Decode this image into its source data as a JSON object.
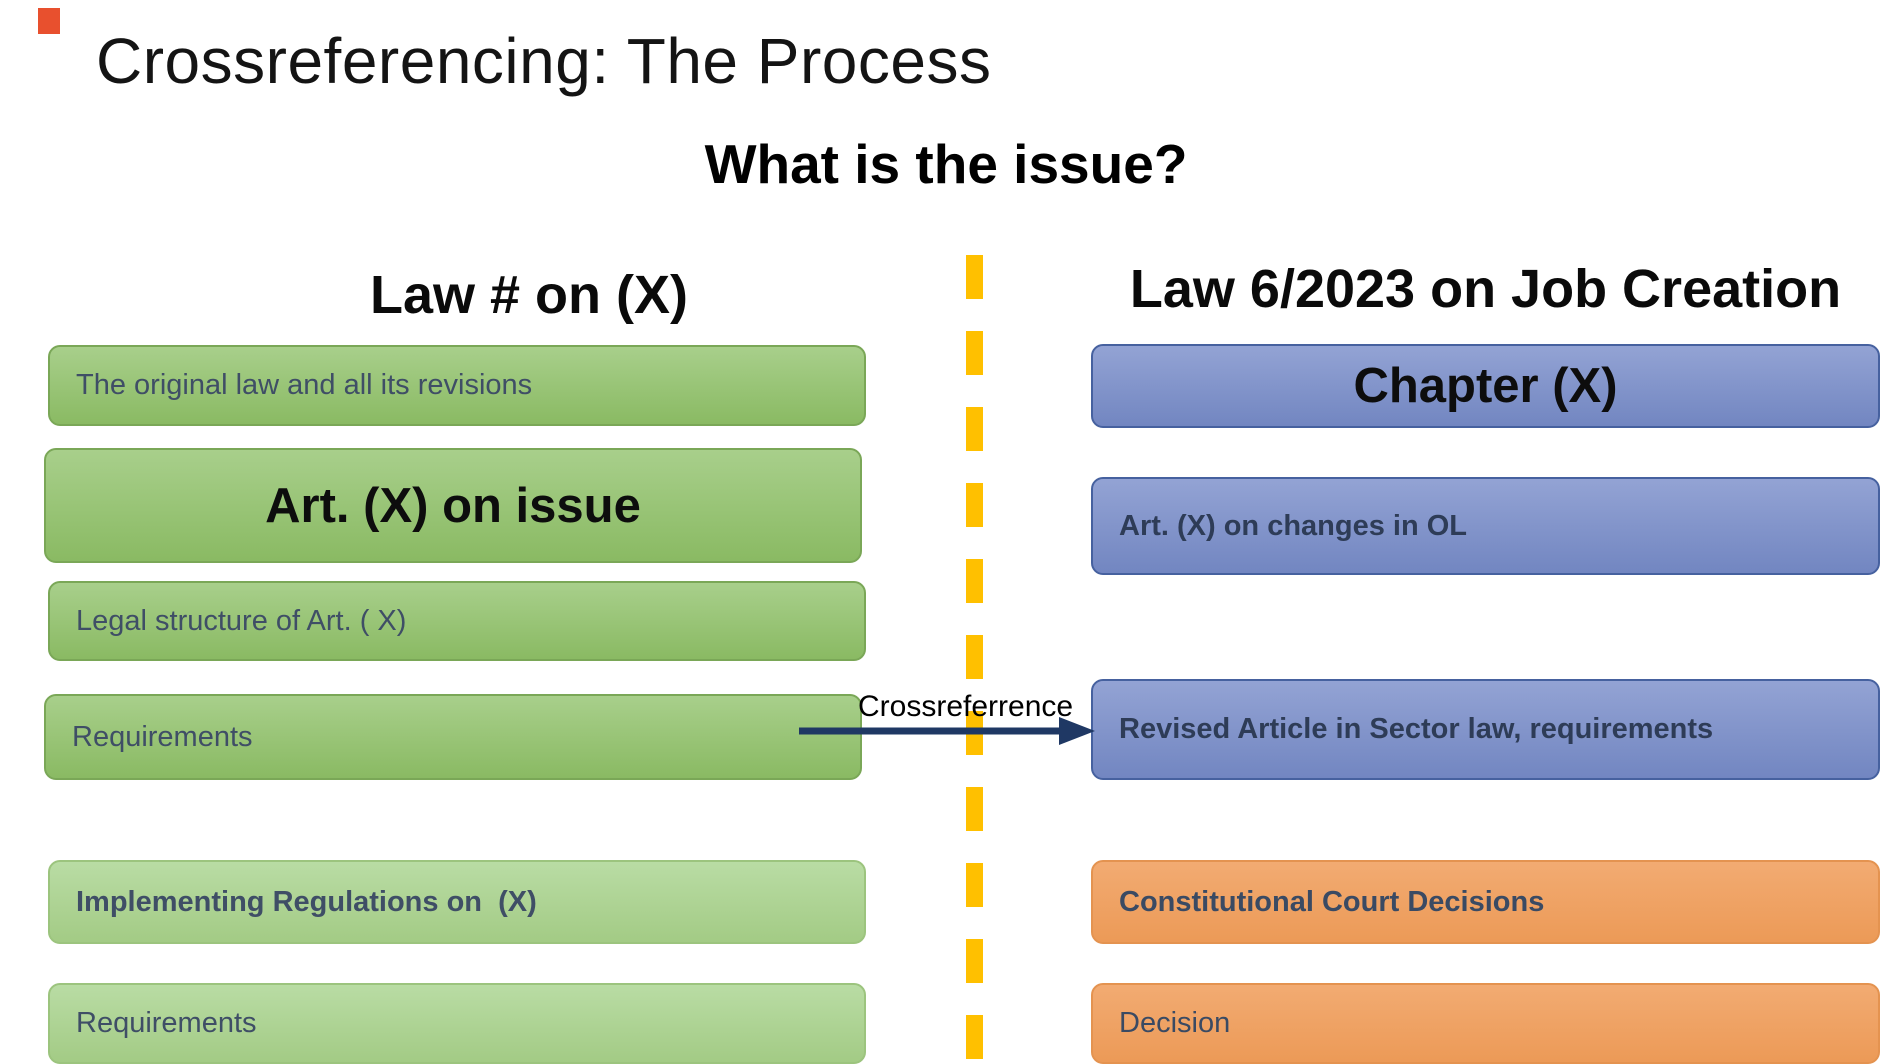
{
  "slide": {
    "title": "Crossreferencing: The Process",
    "subtitle": "What is the issue?",
    "arrow": {
      "label": "Crossreferrence"
    },
    "left_column": {
      "header": "Law # on (X)",
      "boxes": [
        {
          "label": "The original law and all its revisions"
        },
        {
          "label": "Art. (X) on issue"
        },
        {
          "label": "Legal structure of Art. ( X)"
        },
        {
          "label": "Requirements"
        },
        {
          "label": "Implementing Regulations on  (X)"
        },
        {
          "label": "Requirements"
        }
      ]
    },
    "right_column": {
      "header": "Law 6/2023 on Job Creation",
      "boxes": [
        {
          "label": "Chapter (X)"
        },
        {
          "label": "Art. (X) on changes in OL"
        },
        {
          "label": "Revised Article in Sector law, requirements"
        },
        {
          "label": "Constitutional Court Decisions"
        },
        {
          "label": "Decision"
        }
      ]
    },
    "colors": {
      "divider": "#FFC000",
      "arrow": "#1F3864",
      "green_box": "#94C36F",
      "light_green_box": "#A9D18E",
      "blue_box": "#8094C9",
      "orange_box": "#EFA263",
      "box_text": "#3F4E66",
      "corner_accent": "#E8502E"
    }
  }
}
